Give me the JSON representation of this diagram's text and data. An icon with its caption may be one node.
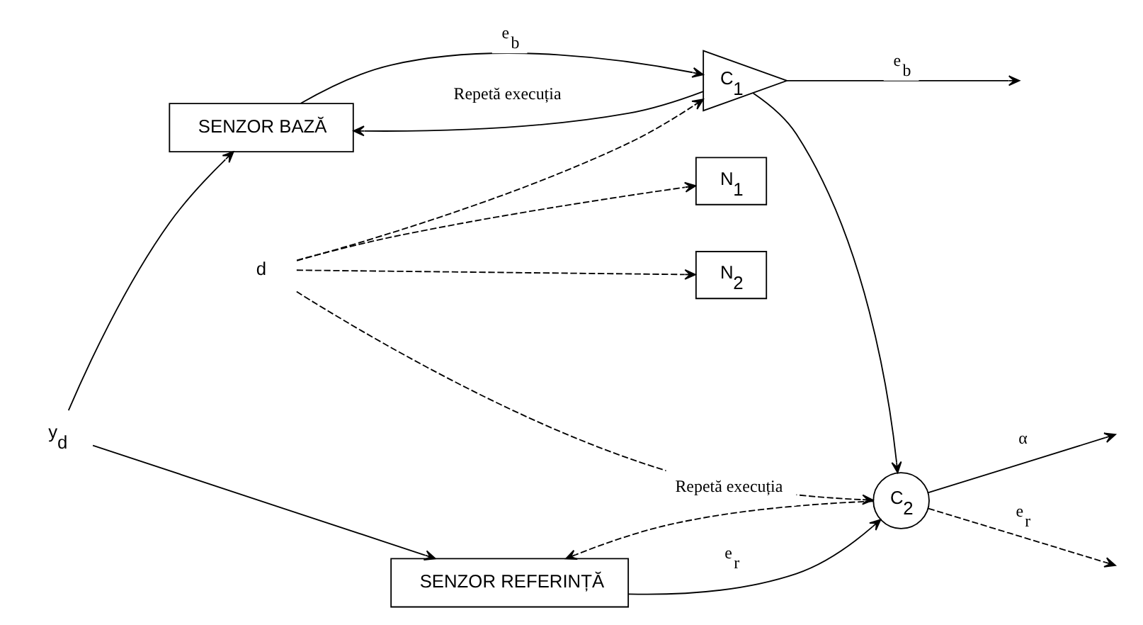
{
  "diagram": {
    "nodes": [
      {
        "text": [
          "y$_{d}$"
        ]
      },
      {
        "text": [
          "SENZOR BAZĂ"
        ]
      },
      {
        "text": [
          "C$_{1}$"
        ]
      },
      {
        "text": [
          "N$_{1}$"
        ]
      },
      {
        "text": [
          "d"
        ]
      },
      {
        "text": [
          "N$_{2}$"
        ]
      },
      {
        "text": [
          "SENZOR REFERINȚĂ"
        ]
      },
      {
        "text": [
          "C$_{2}$"
        ]
      }
    ],
    "edges": [
      {
        "from": 0,
        "to": 1,
        "arrow": "to"
      },
      {
        "from": 0,
        "to": 6,
        "arrow": "to"
      },
      {
        "from": 1,
        "to": 2,
        "arrow": "to",
        "label": "e$_{b}$"
      },
      {
        "from": 2,
        "to": null,
        "arrow": "to",
        "label": "e$_{b}$"
      },
      {
        "from": 2,
        "to": 1,
        "arrow": "to",
        "label": "Repetă execuția"
      },
      {
        "from": 2,
        "to": 7,
        "arrow": "to"
      },
      {
        "from": 4,
        "to": 3,
        "arrow": "to",
        "style": "dashed"
      },
      {
        "from": 4,
        "to": 2,
        "arrow": "to",
        "style": "dashed"
      },
      {
        "from": 4,
        "to": 5,
        "arrow": "to",
        "style": "dashed"
      },
      {
        "from": 4,
        "to": 7,
        "arrow": "to",
        "style": "dashed"
      },
      {
        "from": 6,
        "to": 7,
        "arrow": "to",
        "label": "e$_{r}$"
      },
      {
        "from": 7,
        "to": null,
        "arrow": "to",
        "label": "α"
      },
      {
        "from": 7,
        "to": null,
        "arrow": "to",
        "label": "e$_{r}$",
        "style": "dashed"
      },
      {
        "from": 7,
        "to": 6,
        "arrow": "to",
        "label": "Repetă execuția",
        "style": "dashed"
      }
    ]
  }
}
